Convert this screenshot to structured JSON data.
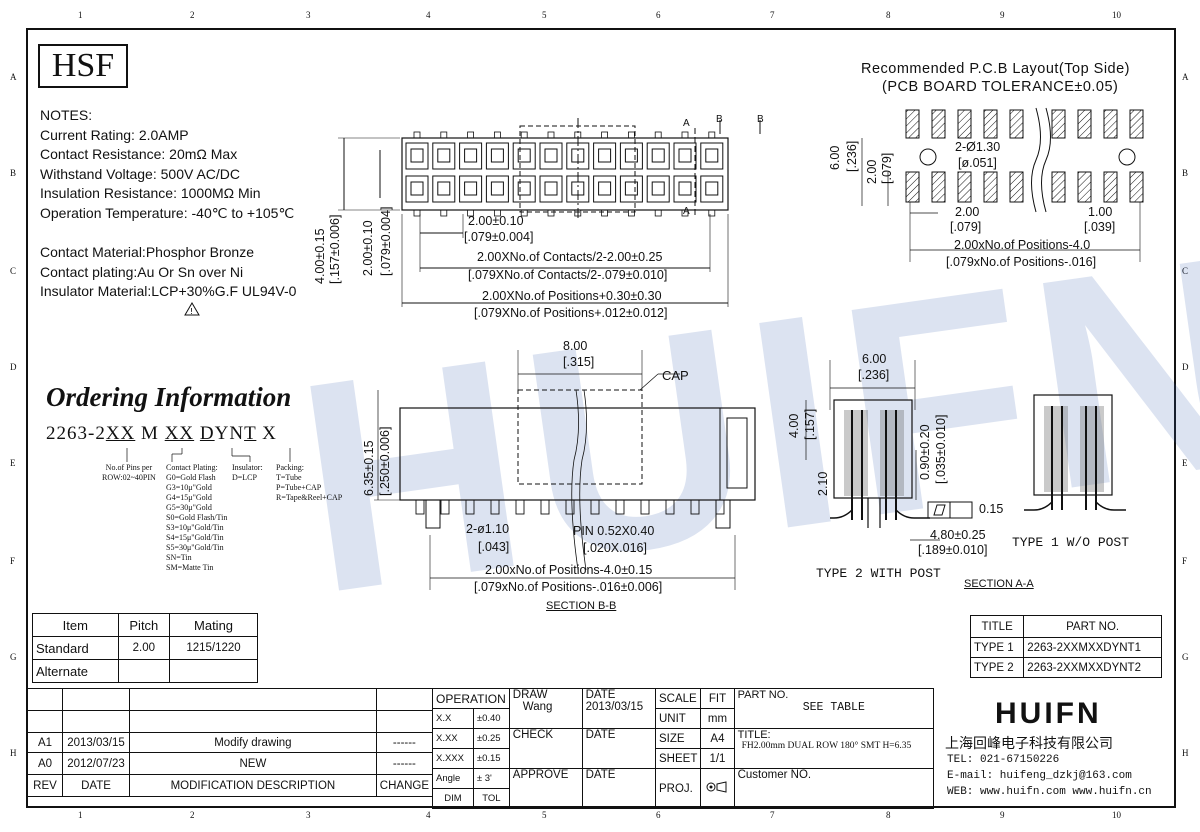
{
  "border_ticks": {
    "columns": [
      "1",
      "2",
      "3",
      "4",
      "5",
      "6",
      "7",
      "8",
      "9",
      "10"
    ],
    "rows": [
      "A",
      "B",
      "C",
      "D",
      "E",
      "F",
      "G",
      "H"
    ]
  },
  "logo": "HSF",
  "notes": {
    "heading": "NOTES:",
    "lines": [
      "Current Rating: 2.0AMP",
      "Contact Resistance: 20mΩ Max",
      "Withstand Voltage: 500V AC/DC",
      "Insulation Resistance: 1000MΩ Min",
      "Operation Temperature: -40℃ to +105℃"
    ],
    "material_lines": [
      "Contact Material:Phosphor Bronze",
      "Contact plating:Au Or Sn over Ni",
      "Insulator Material:LCP+30%G.F UL94V-0"
    ]
  },
  "watermark": "HUIFN",
  "top_view": {
    "section_a": "A",
    "section_b": "B",
    "dims": {
      "pitch": "2.00±0.10",
      "pitch_in": "[.079±0.004]",
      "contacts": "2.00XNo.of Contacts/2-2.00±0.25",
      "contacts_in": "[.079XNo.of Contacts/2-.079±0.010]",
      "positions": "2.00XNo.of Positions+0.30±0.30",
      "positions_in": "[.079XNo.of Positions+.012±0.012]",
      "height": "4.00±0.15",
      "height_in": "[.157±0.006]",
      "row": "2.00±0.10",
      "row_in": "[.079±0.004]"
    }
  },
  "pcb": {
    "title": "Recommended P.C.B Layout(Top Side)",
    "subtitle": "(PCB BOARD TOLERANCE±0.05)",
    "dims": {
      "h600": "6.00",
      "h600_in": "[.236]",
      "h200": "2.00",
      "h200_in": "[.079]",
      "hole": "2-Ø1.30",
      "hole_in": "[ø.051]",
      "pitch": "2.00",
      "pitch_in": "[.079]",
      "pad": "1.00",
      "pad_in": "[.039]",
      "span": "2.00xNo.of Positions-4.0",
      "span_in": "[.079xNo.of Positions-.016]"
    }
  },
  "ordering": {
    "title": "Ordering Information",
    "code": [
      "2263",
      "-",
      "2",
      "XX",
      "M",
      "XX",
      "D",
      "Y",
      "N",
      "T",
      "X"
    ],
    "pins_label": [
      "No.of Pins per",
      "ROW:02~40PIN"
    ],
    "plating_label": [
      "Contact Plating:",
      "G0=Gold Flash",
      "G3=10μ\"Gold",
      "G4=15μ\"Gold",
      "G5=30μ\"Gold",
      "S0=Gold Flash/Tin",
      "S3=10μ\"Gold/Tin",
      "S4=15μ\"Gold/Tin",
      "S5=30μ\"Gold/Tin",
      "SN=Tin",
      "SM=Matte Tin"
    ],
    "insulator_label": [
      "Insulator:",
      "D=LCP"
    ],
    "packing_label": [
      "Packing:",
      "T=Tube",
      "P=Tube+CAP",
      "R=Tape&Reel+CAP"
    ]
  },
  "section_bb": {
    "label": "SECTION B-B",
    "cap": "CAP",
    "dims": {
      "cap_w": "8.00",
      "cap_w_in": "[.315]",
      "height": "6.35±0.15",
      "height_in": "[.250±0.006]",
      "holes": "2-ø1.10",
      "holes_in": "[.043]",
      "pin": "PIN 0.52X0.40",
      "pin_in": "[.020X.016]",
      "span": "2.00xNo.of Positions-4.0±0.15",
      "span_in": "[.079xNo.of Positions-.016±0.006]"
    }
  },
  "section_aa": {
    "label": "SECTION A-A",
    "type2": "TYPE 2 WITH POST",
    "type1": "TYPE 1 W/O POST",
    "dims": {
      "w": "6.00",
      "w_in": "[.236]",
      "h": "4.00",
      "h_in": "[.157]",
      "post": "2.10",
      "tail": "0.90±0.20",
      "tail_in": "[.035±0.010]",
      "flat": "0.15",
      "foot": "4.80±0.25",
      "foot_in": "[.189±0.010]"
    }
  },
  "type_table": {
    "headers": [
      "TITLE",
      "PART NO."
    ],
    "rows": [
      [
        "TYPE 1",
        "2263-2XXMXXDYNT1"
      ],
      [
        "TYPE 2",
        "2263-2XXMXXDYNT2"
      ]
    ]
  },
  "pitch_table": {
    "headers": [
      "Item",
      "Pitch",
      "Mating"
    ],
    "rows": [
      [
        "Standard",
        "2.00",
        "1215/1220"
      ],
      [
        "Alternate",
        "",
        ""
      ]
    ]
  },
  "revisions": {
    "headers": [
      "REV",
      "DATE",
      "MODIFICATION DESCRIPTION",
      "CHANGE"
    ],
    "rows": [
      [
        "A1",
        "2013/03/15",
        "Modify drawing",
        "------"
      ],
      [
        "A0",
        "2012/07/23",
        "NEW",
        "------"
      ]
    ]
  },
  "title_block": {
    "operation": "OPERATION",
    "tolerances": [
      [
        "X.X",
        "±0.40"
      ],
      [
        "X.XX",
        "±0.25"
      ],
      [
        "X.XXX",
        "±0.15"
      ],
      [
        "Angle",
        "± 3'"
      ],
      [
        "DIM",
        "TOL"
      ]
    ],
    "draw": "DRAW",
    "drawer": "Wang",
    "date_label": "DATE",
    "date": "2013/03/15",
    "check": "CHECK",
    "approve": "APPROVE",
    "scale": "SCALE",
    "scale_val": "FIT",
    "unit": "UNIT",
    "unit_val": "mm",
    "size": "SIZE",
    "size_val": "A4",
    "sheet": "SHEET",
    "sheet_val": "1/1",
    "proj": "PROJ.",
    "part_no": "PART NO.",
    "part_val": "SEE TABLE",
    "title": "TITLE:",
    "title_val": "FH2.00mm DUAL ROW 180° SMT H=6.35",
    "customer": "Customer NO.",
    "company_logo": "HUIFN",
    "company": "上海回峰电子科技有限公司",
    "tel": "TEL: 021-67150226",
    "email": "E-mail: huifeng_dzkj@163.com",
    "web": "WEB: www.huifn.com  www.huifn.cn"
  }
}
